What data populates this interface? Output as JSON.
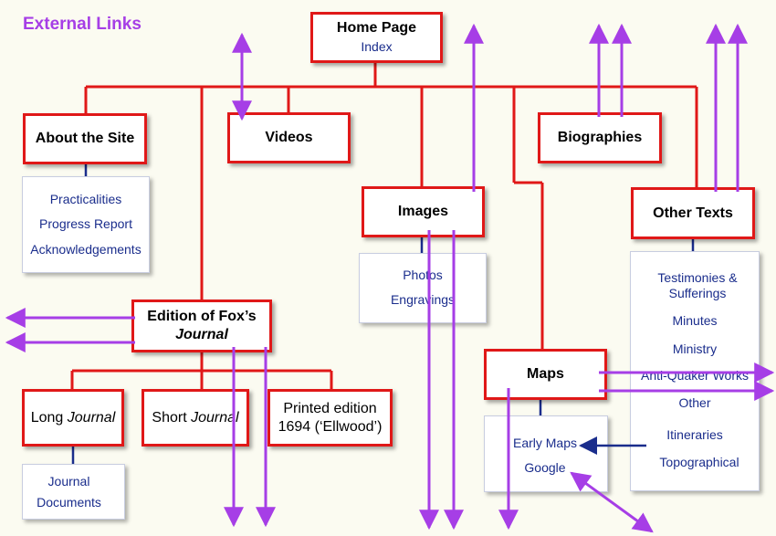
{
  "title": "External Links",
  "home": {
    "label": "Home Page",
    "sub": "Index"
  },
  "about": {
    "label": "About the Site",
    "links": [
      "Practicalities",
      "Progress Report",
      "Acknowledgements"
    ]
  },
  "videos": {
    "label": "Videos"
  },
  "biographies": {
    "label": "Biographies"
  },
  "images": {
    "label": "Images",
    "links": [
      "Photos",
      "Engravings"
    ]
  },
  "other_texts": {
    "label": "Other Texts",
    "links": [
      "Testimonies & Sufferings",
      "Minutes",
      "Ministry",
      "Anti-Quaker Works",
      "Other",
      "Itineraries",
      "Topographical"
    ]
  },
  "edition": {
    "label": "Edition of Fox’s",
    "label_italic": "Journal"
  },
  "long_journal": {
    "prefix": "Long ",
    "italic": "Journal",
    "links": [
      "Journal",
      "Documents"
    ]
  },
  "short_journal": {
    "prefix": "Short ",
    "italic": "Journal"
  },
  "printed": {
    "line1": "Printed edition",
    "line2": "1694 (‘Ellwood’)"
  },
  "maps": {
    "label": "Maps",
    "links": [
      "Early Maps",
      "Google"
    ]
  },
  "colors": {
    "tree": "#e01818",
    "external_arrow": "#a63ee6",
    "internal_arrow": "#1a2d8c"
  }
}
